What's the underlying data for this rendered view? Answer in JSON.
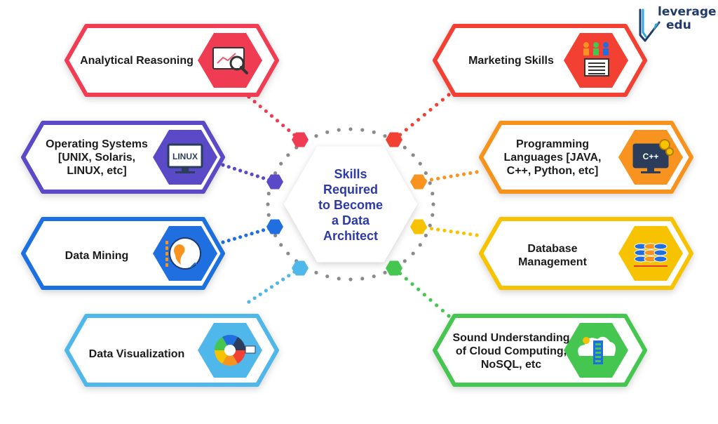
{
  "logo": {
    "line1": "leverage",
    "line2": "edu"
  },
  "center": {
    "title_lines": [
      "Skills",
      "Required",
      "to Become",
      "a Data",
      "Architect"
    ],
    "color": "#2d3aa6"
  },
  "skills": [
    {
      "lines": [
        "Analytical Reasoning"
      ],
      "color": "#f03c53",
      "icon": "data-analysis-magnifier-icon"
    },
    {
      "lines": [
        "Operating Systems",
        "[UNIX, Solaris,",
        "LINUX, etc]"
      ],
      "color": "#5b4ac7",
      "icon": "linux-monitor-icon",
      "icon_text": "LINUX"
    },
    {
      "lines": [
        "Data Mining"
      ],
      "color": "#1f6fe0",
      "icon": "binary-globe-icon"
    },
    {
      "lines": [
        "Data Visualization"
      ],
      "color": "#4fb7ea",
      "icon": "pie-chart-icon"
    },
    {
      "lines": [
        "Marketing Skills"
      ],
      "color": "#f24033",
      "icon": "people-target-icon"
    },
    {
      "lines": [
        "Programming",
        "Languages [JAVA,",
        "C++, Python, etc]"
      ],
      "color": "#f7931e",
      "icon": "cpp-monitor-icon",
      "icon_text": "C++"
    },
    {
      "lines": [
        "Database",
        "Management"
      ],
      "color": "#f7c200",
      "icon": "database-sync-icon"
    },
    {
      "lines": [
        "Sound Understanding",
        "of Cloud Computing,",
        "NoSQL, etc"
      ],
      "color": "#44c650",
      "icon": "cloud-server-icon"
    }
  ]
}
